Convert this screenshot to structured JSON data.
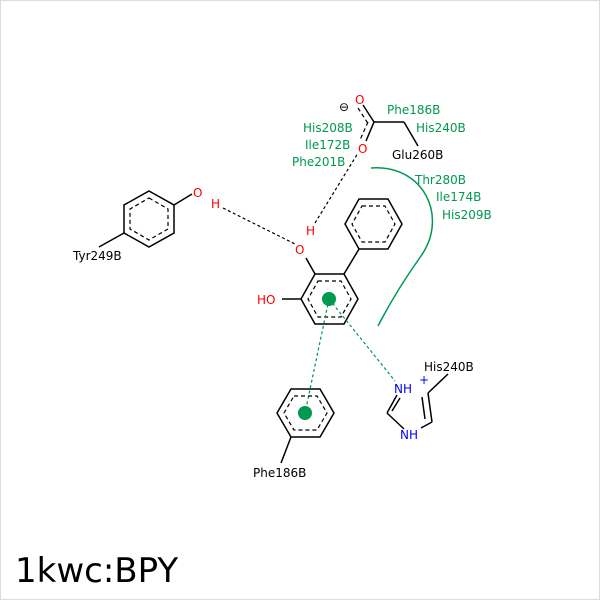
{
  "title": "1kwc:BPY",
  "colors": {
    "hydrophobic": "#009950",
    "oxygen": "#ff0000",
    "nitrogen": "#0000ff",
    "bond": "#000000"
  },
  "atoms": {
    "o": "O",
    "h": "H",
    "ho": "HO",
    "nh_plus": "NH",
    "plus": "+",
    "nh": "NH",
    "minus": "⊖"
  },
  "residues": {
    "tyr249": "Tyr249B",
    "glu260": "Glu260B",
    "his240_ring": "His240B",
    "phe186_ring": "Phe186B"
  },
  "hydrophobic_labels": {
    "left": [
      "His208B",
      "Ile172B",
      "Phe201B"
    ],
    "top": [
      "Phe186B",
      "His240B"
    ],
    "right": [
      "Thr280B",
      "Ile174B",
      "His209B"
    ]
  }
}
